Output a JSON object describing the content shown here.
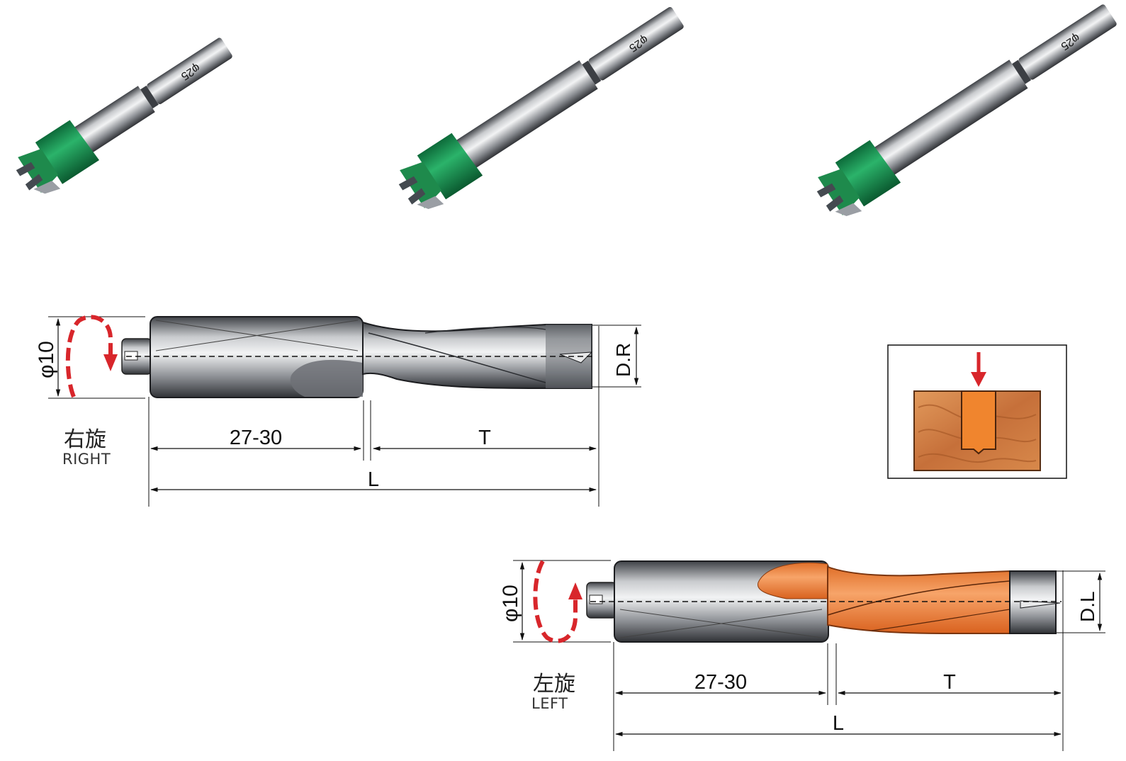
{
  "product_images": [
    {
      "shank_mark": "φ25"
    },
    {
      "shank_mark": "φ25"
    },
    {
      "shank_mark": "φ25"
    }
  ],
  "right_drill": {
    "shank_diameter": "φ10",
    "rotation_cn": "右旋",
    "rotation_en": "RIGHT",
    "shank_length": "27-30",
    "flute_length": "T",
    "total_length": "L",
    "diameter_label": "D.R"
  },
  "left_drill": {
    "shank_diameter": "φ10",
    "rotation_cn": "左旋",
    "rotation_en": "LEFT",
    "shank_length": "27-30",
    "flute_length": "T",
    "total_length": "L",
    "diameter_label": "D.L"
  },
  "colors": {
    "cutter_green": "#1e9a58",
    "steel": "#8e9196",
    "rotation_arrow": "#d8262b",
    "left_flute": "#f08a3a",
    "wood": "#c9733a"
  }
}
